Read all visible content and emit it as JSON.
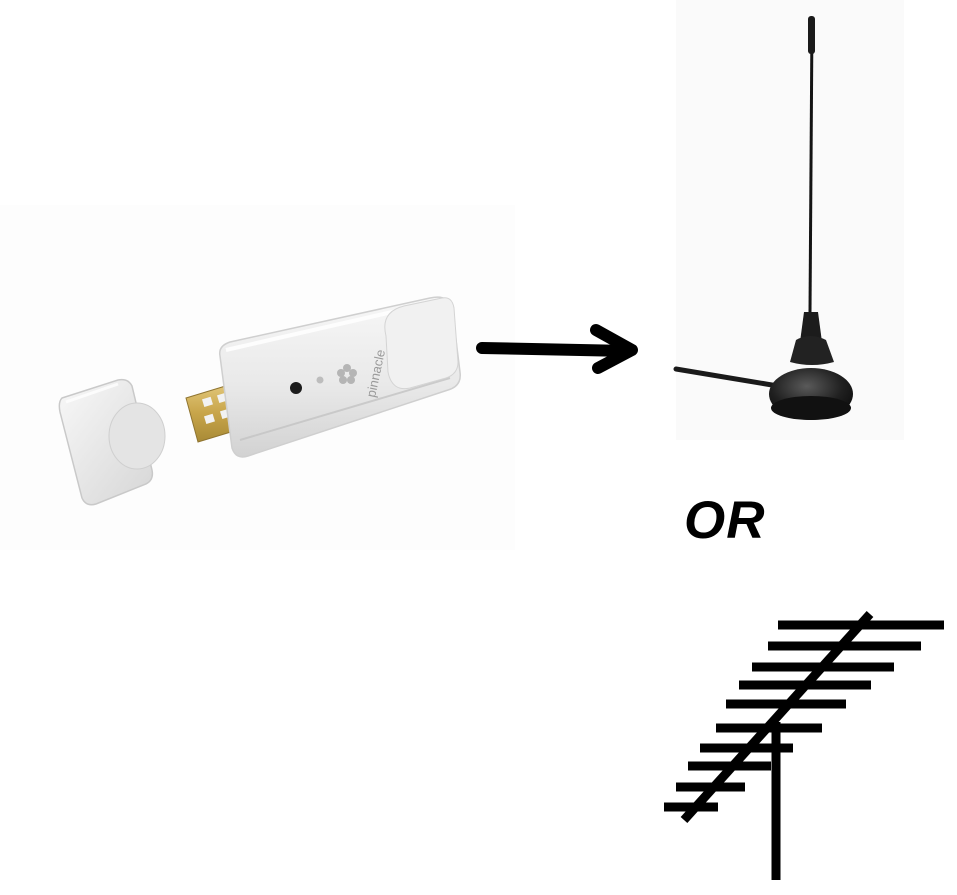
{
  "illustration": {
    "separator_text": "OR",
    "usb_tuner": {
      "brand_text": "pinnacle",
      "icon": "usb-tv-tuner-stick"
    },
    "arrow_icon": "right-arrow",
    "indoor_antenna_icon": "magnetic-base-antenna",
    "rooftop_antenna_icon": "yagi-rooftop-antenna",
    "colors": {
      "background": "#ffffff",
      "device_body": "#ececec",
      "arrow": "#000000",
      "antenna": "#000000"
    }
  }
}
